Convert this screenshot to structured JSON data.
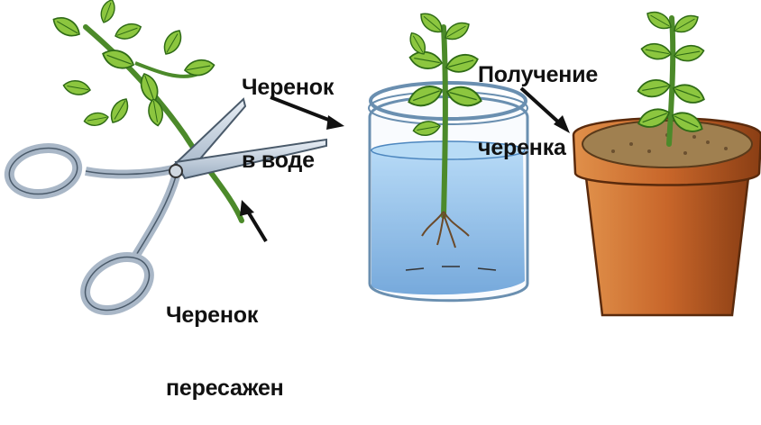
{
  "labels": {
    "cutting_in_water": [
      "Черенок",
      "в воде"
    ],
    "cutting_rooted": [
      "Получение",
      "черенка"
    ],
    "cutting_planted": [
      "Черенок",
      "пересажен"
    ]
  },
  "colors": {
    "leaf": "#8cc63f",
    "leaf_dark": "#3a7d1e",
    "stem": "#4c8a2a",
    "water": "#5aa6e0",
    "glass_outline": "#6a8fb0",
    "pot": "#c8662a",
    "pot_dark": "#8a3e14",
    "soil": "#a08050",
    "scissors": "#a9b7c7",
    "arrow": "#111111"
  },
  "icons": [
    "scissors-icon",
    "jar-icon",
    "flower-pot-icon",
    "arrow-icon"
  ]
}
